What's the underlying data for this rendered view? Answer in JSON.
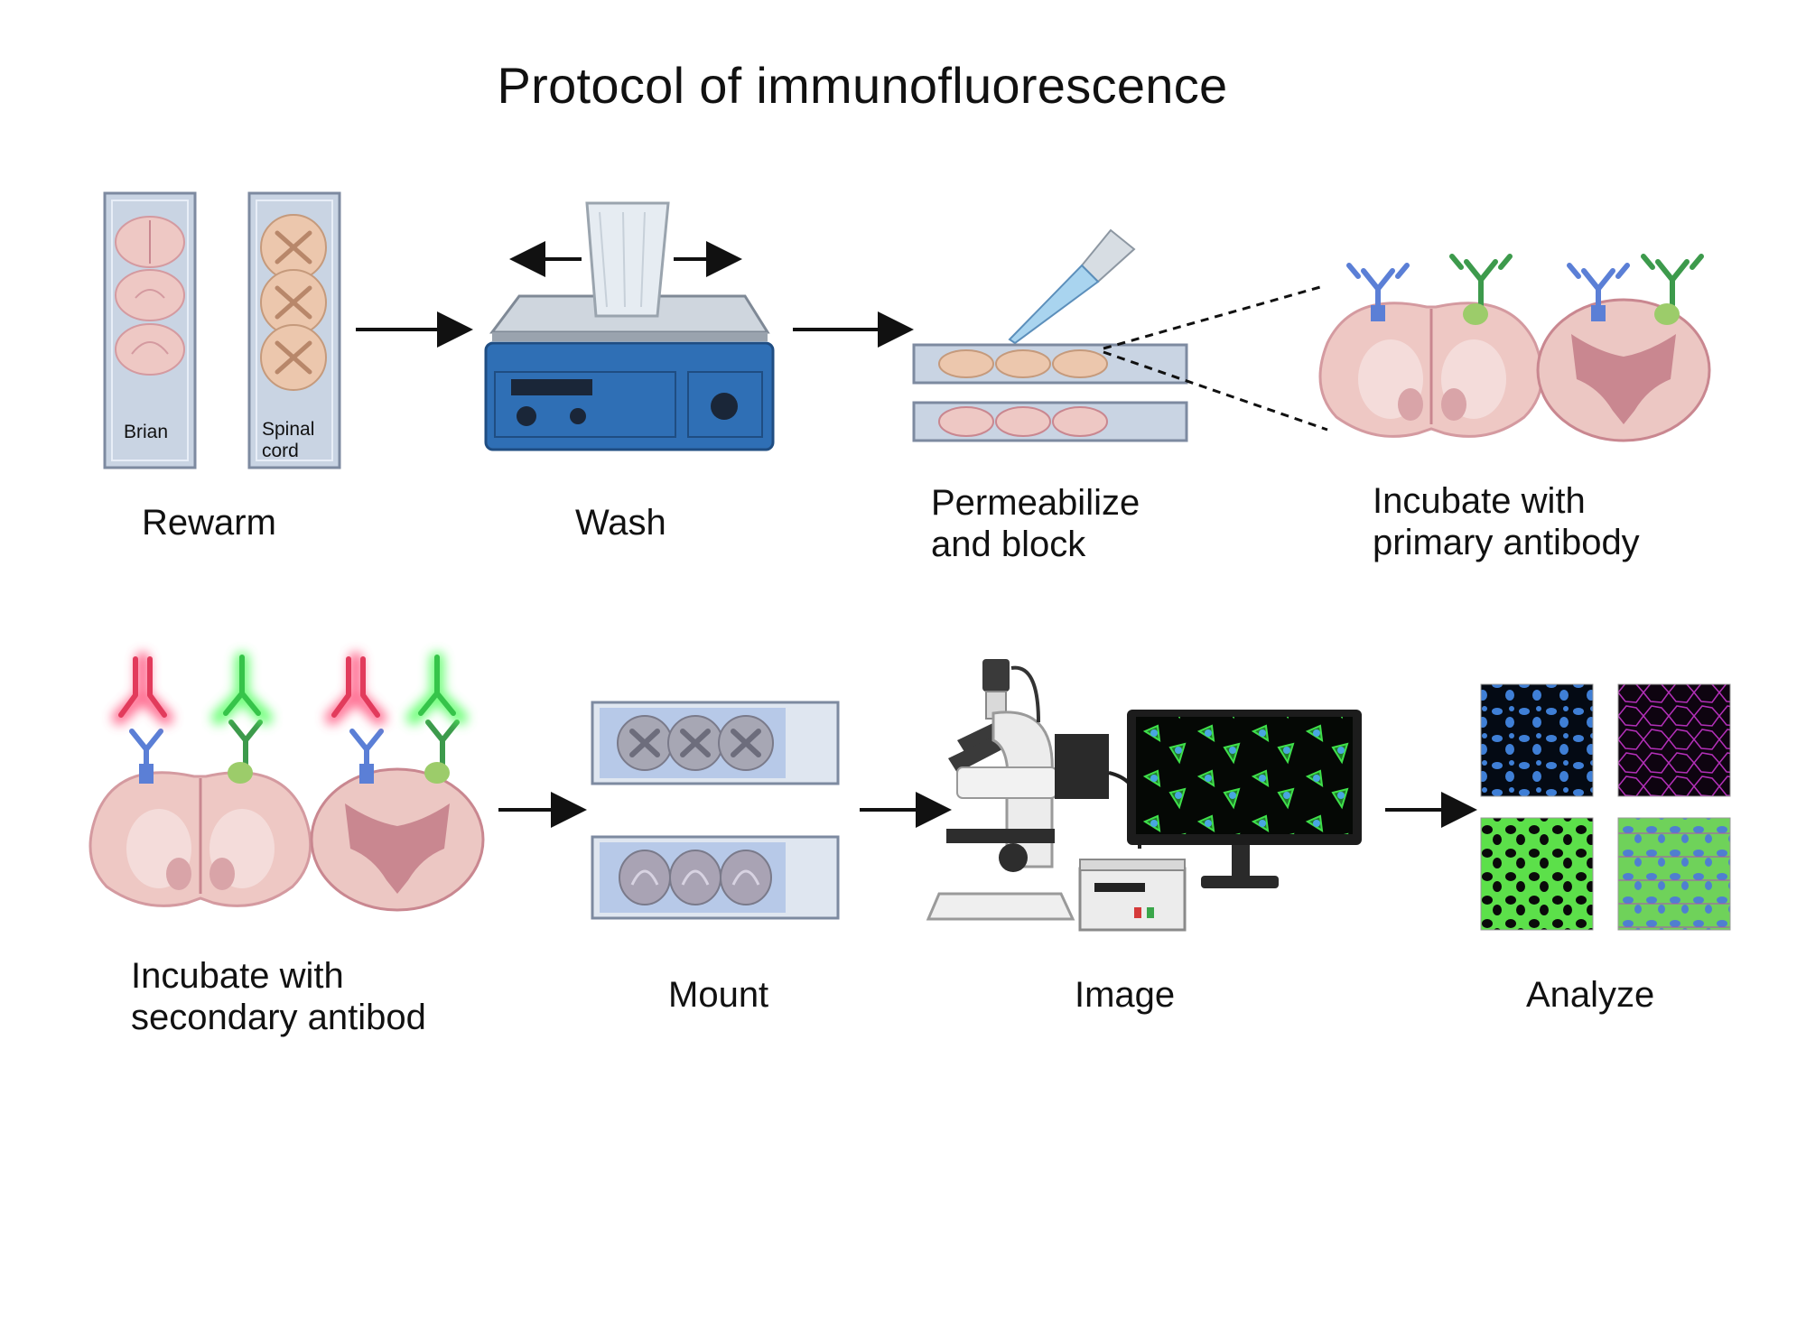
{
  "title": "Protocol of immunofluorescence",
  "steps": [
    {
      "label": "Rewarm"
    },
    {
      "label": "Wash"
    },
    {
      "label": "Permeabilize\nand block"
    },
    {
      "label": "Incubate with\nprimary antibody"
    },
    {
      "label": "Incubate with\nsecondary antibod"
    },
    {
      "label": "Mount"
    },
    {
      "label": "Image"
    },
    {
      "label": "Analyze"
    }
  ],
  "slides": {
    "brain_label": "Brian",
    "spinal_label": "Spinal\ncord"
  },
  "colors": {
    "tissue": "#eec8c4",
    "tissue_dark": "#c98790",
    "spinal_tissue": "#ecc7ad",
    "antibody_blue": "#5b7fd6",
    "antibody_green": "#3d9a4c",
    "antigen_green": "#9ccc6a",
    "secondary_red": "#e23b5c",
    "secondary_green": "#36c44a",
    "shaker_blue": "#2f6fb5",
    "slide": "#c9d4e3"
  }
}
